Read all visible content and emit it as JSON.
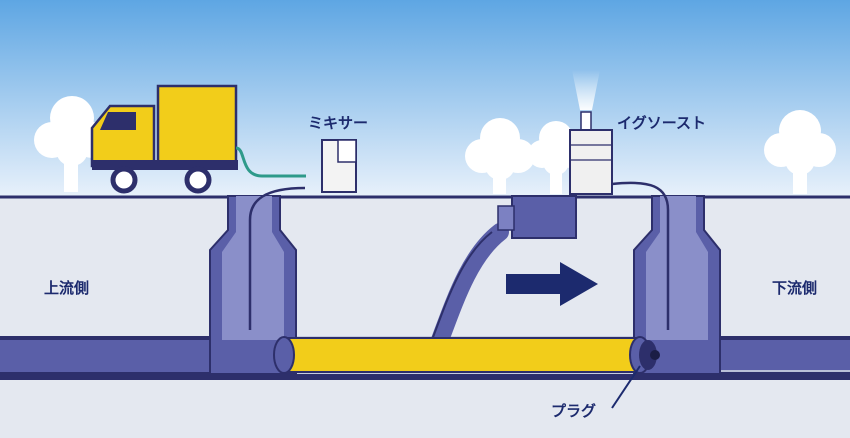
{
  "diagram": {
    "labels": {
      "mixer": "ミキサー",
      "ig_source": "イグソースト",
      "upstream": "上流側",
      "downstream": "下流側",
      "plug": "プラグ"
    },
    "colors": {
      "sky_top": "#5ea6e3",
      "sky_bottom": "#e8f1fb",
      "ground": "#e4e8f0",
      "pipe_wall": "#5a5fa8",
      "pipe_wall_dark": "#2d2f6b",
      "pipe_interior": "#b9bfd7",
      "liner_yellow": "#f2cd1a",
      "truck_yellow": "#f2cd1a",
      "hose_green": "#2e9a8a",
      "arrow": "#1c2a6e",
      "text": "#1c2a6e"
    }
  }
}
